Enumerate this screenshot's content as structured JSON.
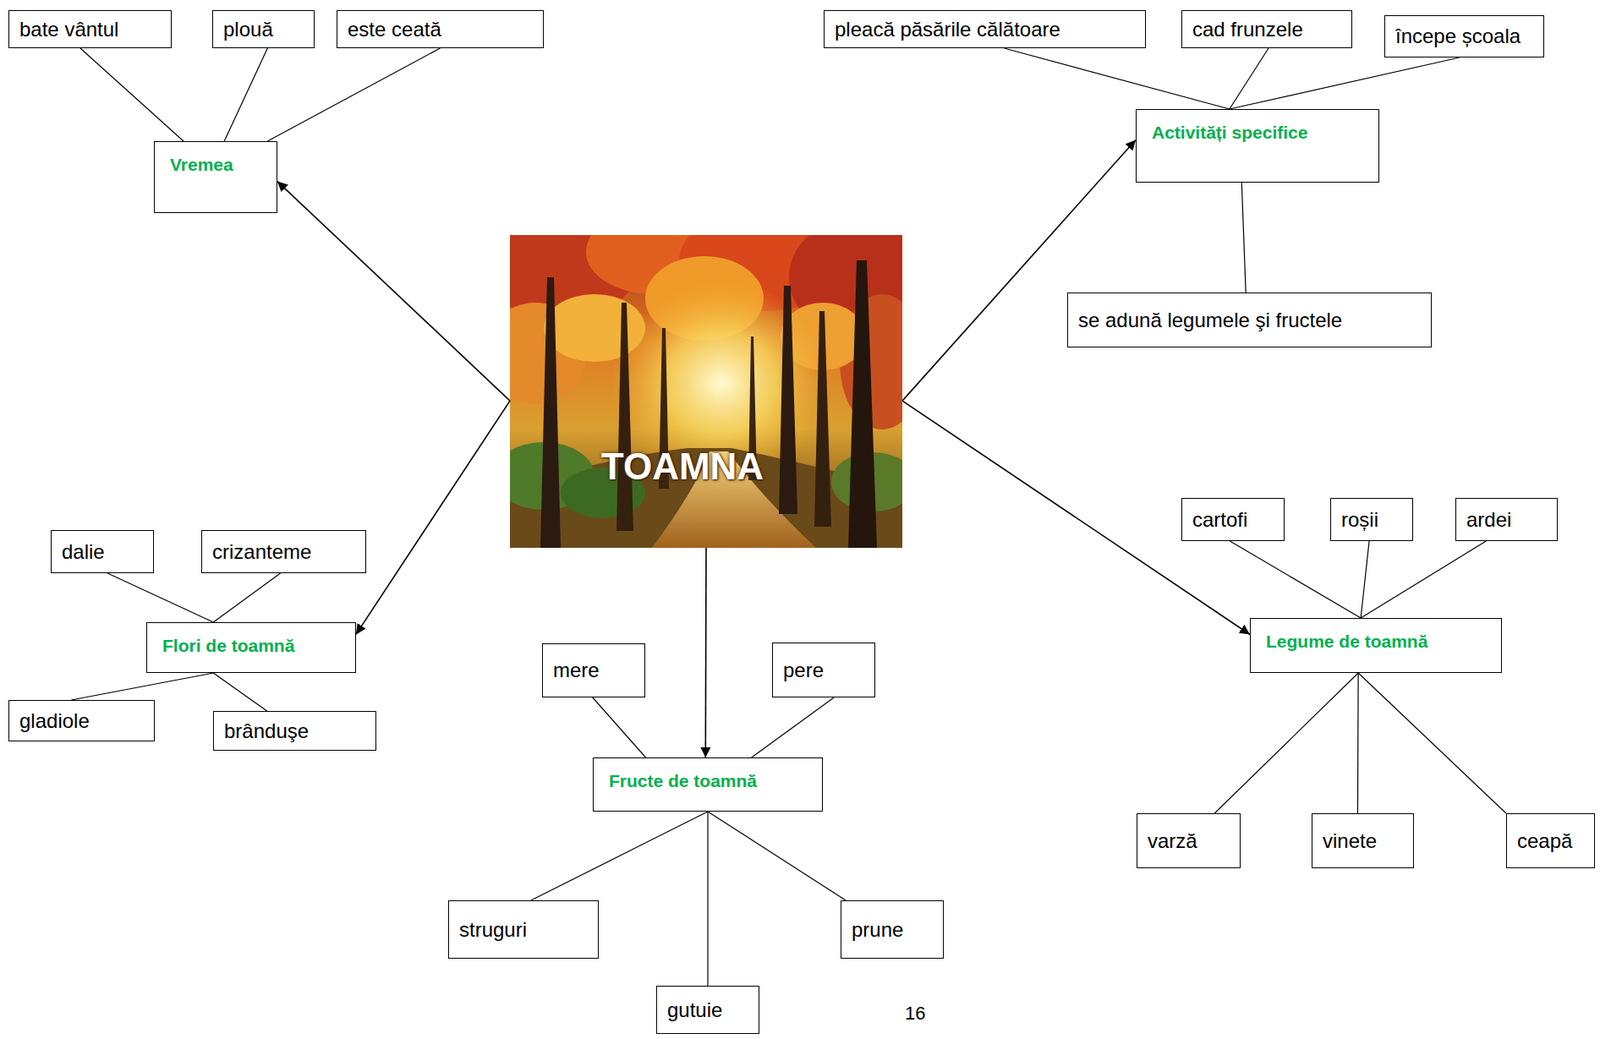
{
  "diagram": {
    "nodes": [
      {
        "text": [
          "TOAMNA"
        ]
      },
      {
        "text": [
          "Vremea"
        ]
      },
      {
        "text": [
          "bate vântul"
        ]
      },
      {
        "text": [
          "plouă"
        ]
      },
      {
        "text": [
          "este ceată"
        ]
      },
      {
        "text": [
          "Activități specifice"
        ]
      },
      {
        "text": [
          "pleacă păsările călătoare"
        ]
      },
      {
        "text": [
          "cad frunzele"
        ]
      },
      {
        "text": [
          "începe școala"
        ]
      },
      {
        "text": [
          "se adună legumele şi fructele"
        ]
      },
      {
        "text": [
          "Flori de toamnă"
        ]
      },
      {
        "text": [
          "dalie"
        ]
      },
      {
        "text": [
          "crizanteme"
        ]
      },
      {
        "text": [
          "gladiole"
        ]
      },
      {
        "text": [
          "brânduşe"
        ]
      },
      {
        "text": [
          "Fructe de toamnă"
        ]
      },
      {
        "text": [
          "mere"
        ]
      },
      {
        "text": [
          "pere"
        ]
      },
      {
        "text": [
          "struguri"
        ]
      },
      {
        "text": [
          "gutuie"
        ]
      },
      {
        "text": [
          "prune"
        ]
      },
      {
        "text": [
          "Legume de toamnă"
        ]
      },
      {
        "text": [
          "cartofi"
        ]
      },
      {
        "text": [
          "roșii"
        ]
      },
      {
        "text": [
          "ardei"
        ]
      },
      {
        "text": [
          "varză"
        ]
      },
      {
        "text": [
          "vinete"
        ]
      },
      {
        "text": [
          "ceapă"
        ]
      }
    ],
    "edges": [
      {
        "from": 0,
        "to": 1,
        "arrow": "to"
      },
      {
        "from": 0,
        "to": 5,
        "arrow": "to"
      },
      {
        "from": 0,
        "to": 10,
        "arrow": "to"
      },
      {
        "from": 0,
        "to": 15,
        "arrow": "to"
      },
      {
        "from": 0,
        "to": 21,
        "arrow": "to"
      },
      {
        "from": 1,
        "to": 2,
        "arrow": "none"
      },
      {
        "from": 1,
        "to": 3,
        "arrow": "none"
      },
      {
        "from": 1,
        "to": 4,
        "arrow": "none"
      },
      {
        "from": 5,
        "to": 6,
        "arrow": "none"
      },
      {
        "from": 5,
        "to": 7,
        "arrow": "none"
      },
      {
        "from": 5,
        "to": 8,
        "arrow": "none"
      },
      {
        "from": 5,
        "to": 9,
        "arrow": "none"
      },
      {
        "from": 10,
        "to": 11,
        "arrow": "none"
      },
      {
        "from": 10,
        "to": 12,
        "arrow": "none"
      },
      {
        "from": 10,
        "to": 13,
        "arrow": "none"
      },
      {
        "from": 10,
        "to": 14,
        "arrow": "none"
      },
      {
        "from": 15,
        "to": 16,
        "arrow": "none"
      },
      {
        "from": 15,
        "to": 17,
        "arrow": "none"
      },
      {
        "from": 15,
        "to": 18,
        "arrow": "none"
      },
      {
        "from": 15,
        "to": 19,
        "arrow": "none"
      },
      {
        "from": 15,
        "to": 20,
        "arrow": "none"
      },
      {
        "from": 21,
        "to": 22,
        "arrow": "none"
      },
      {
        "from": 21,
        "to": 23,
        "arrow": "none"
      },
      {
        "from": 21,
        "to": 24,
        "arrow": "none"
      },
      {
        "from": 21,
        "to": 25,
        "arrow": "none"
      },
      {
        "from": 21,
        "to": 26,
        "arrow": "none"
      },
      {
        "from": 21,
        "to": 27,
        "arrow": "none"
      }
    ],
    "labels": [
      "16"
    ]
  }
}
